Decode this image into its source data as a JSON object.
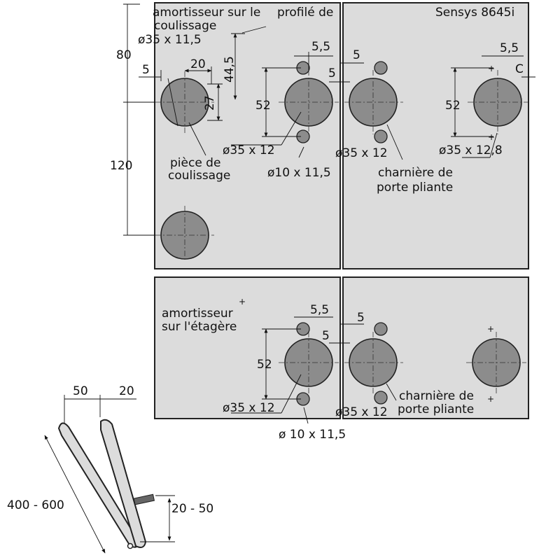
{
  "top_left": {
    "damper_label_line1": "amortisseur sur le",
    "damper_hole": "ø35 x 11,5",
    "dim_80": "80",
    "dim_5": "5",
    "dim_20": "20",
    "dim_44_5": "44,5",
    "dim_27": "27",
    "dim_120": "120",
    "slide_part_line1": "pièce de",
    "slide_part_line2": "coulissage",
    "dim_52": "52",
    "dim_5_5": "5,5",
    "hinge_hole": "ø35 x 12",
    "small_hole": "ø10 x 11,5"
  },
  "top_right": {
    "model": "Sensys 8645i",
    "profile_label_line1": "profilé de",
    "profile_label_line2": "coulissage",
    "dim_5_left": "5",
    "dim_5_lower": "5",
    "hinge_hole": "ø35 x 12",
    "hinge_label_line1": "charnière de",
    "hinge_label_line2": "porte pliante",
    "dim_5_5": "5,5",
    "dim_c": "C",
    "dim_52": "52",
    "hole_right": "ø35 x 12,8"
  },
  "bottom_left": {
    "damper_label_line1": "amortisseur",
    "damper_label_line2": "sur l'étagère",
    "dim_5_5": "5,5",
    "dim_52": "52",
    "hinge_hole": "ø35 x 12",
    "small_hole": "ø 10 x 11,5"
  },
  "bottom_right": {
    "dim_5_upper": "5",
    "dim_5_lower": "5",
    "hinge_hole": "ø35 x 12",
    "hinge_label_line1": "charnière de",
    "hinge_label_line2": "porte pliante"
  },
  "side_view": {
    "dim_50": "50",
    "dim_20": "20",
    "dim_height": "400 - 600",
    "dim_gap": "20 - 50"
  }
}
